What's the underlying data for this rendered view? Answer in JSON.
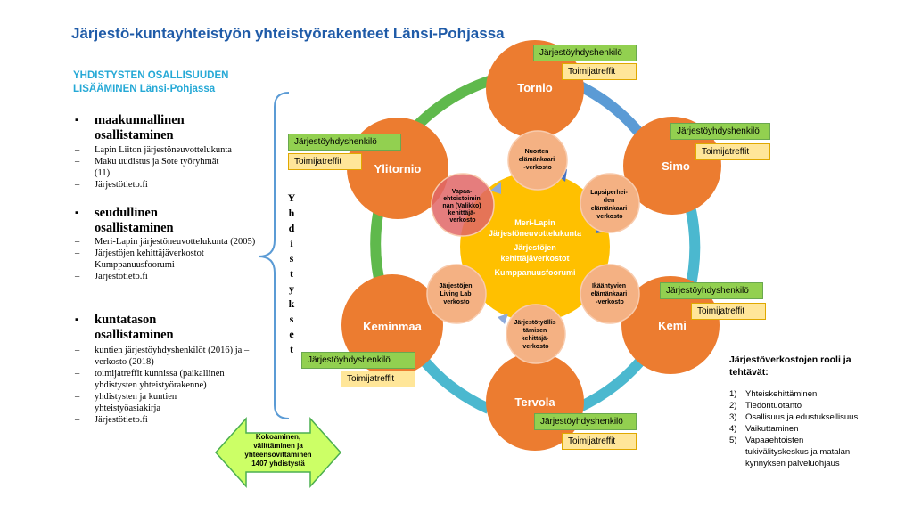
{
  "title": "Järjestö-kuntayhteistyön yhteistyörakenteet Länsi-Pohjassa",
  "subtitle_lines": [
    "YHDISTYSTEN OSALLISUUDEN",
    "LISÄÄMINEN Länsi-Pohjassa"
  ],
  "sections": [
    {
      "heading_lines": [
        "maakunnallinen",
        "osallistaminen"
      ],
      "items": [
        "Lapin Liiton järjestöneuvottelukunta",
        "Maku uudistus ja Sote työryhmät (11)",
        "Järjestötieto.fi"
      ]
    },
    {
      "heading_lines": [
        "seudullinen",
        "osallistaminen"
      ],
      "items": [
        "Meri-Lapin järjestöneuvottelukunta (2005)",
        "Järjestöjen kehittäjäverkostot",
        "Kumppanuusfoorumi",
        "Järjestötieto.fi"
      ]
    },
    {
      "heading_lines": [
        "kuntatason",
        "osallistaminen"
      ],
      "items": [
        "kuntien järjestöyhdyshenkilöt (2016) ja – verkosto (2018)",
        "toimijatreffit kunnissa (paikallinen yhdistysten yhteistyörakenne)",
        "yhdistysten ja kuntien yhteistyöasiakirja",
        "Järjestötieto.fi"
      ]
    }
  ],
  "bullet_glyph": "▪",
  "vertical_word": [
    "Y",
    "h",
    "d",
    "i",
    "s",
    "t",
    "y",
    "k",
    "s",
    "e",
    "t"
  ],
  "arrow_text_lines": [
    "Kokoaminen,",
    "välittäminen ja",
    "yhteensovittaminen",
    "1407 yhdistystä"
  ],
  "tag_green": "Järjestöyhdyshenkilö",
  "tag_yellow": "Toimijatreffit",
  "municipalities": [
    {
      "id": "tornio",
      "name": "Tornio"
    },
    {
      "id": "simo",
      "name": "Simo"
    },
    {
      "id": "kemi",
      "name": "Kemi"
    },
    {
      "id": "tervola",
      "name": "Tervola"
    },
    {
      "id": "keminmaa",
      "name": "Keminmaa"
    },
    {
      "id": "ylitornio",
      "name": "Ylitornio"
    }
  ],
  "center_lines": [
    "Meri-Lapin",
    "Järjestöneuvottelukunta",
    "Järjestöjen",
    "kehittäjäverkostot",
    "Kumppanuusfoorumi"
  ],
  "networks": [
    {
      "id": "nuorten",
      "lines": [
        "Nuorten",
        "elämänkaari",
        "-verkosto"
      ]
    },
    {
      "id": "lapsiperhe",
      "lines": [
        "Lapsiperhei-",
        "den",
        "elämänkaari",
        "verkosto"
      ]
    },
    {
      "id": "ikaantyvien",
      "lines": [
        "Ikääntyvien",
        "elämänkaari",
        "-verkosto"
      ]
    },
    {
      "id": "tyollis",
      "lines": [
        "Järjestötyöllis",
        "tämisen",
        "kehittäjä-",
        "verkosto"
      ]
    },
    {
      "id": "livinglab",
      "lines": [
        "Järjestöjen",
        "Living Lab",
        "verkosto"
      ]
    },
    {
      "id": "vapaa",
      "lines": [
        "Vapaa-",
        "ehtoistoimin",
        "nan (Valikko)",
        "kehittäjä-",
        "verkosto"
      ]
    }
  ],
  "role_title_lines": [
    "Järjestöverkostojen rooli ja",
    "tehtävät:"
  ],
  "roles": [
    {
      "num": "1)",
      "lines": [
        "Yhteiskehittäminen"
      ]
    },
    {
      "num": "2)",
      "lines": [
        "Tiedontuotanto"
      ]
    },
    {
      "num": "3)",
      "lines": [
        "Osallisuus ja edustuksellisuus"
      ]
    },
    {
      "num": "4)",
      "lines": [
        "Vaikuttaminen"
      ]
    },
    {
      "num": "5)",
      "lines": [
        "Vapaaehtoisten",
        "tukivälityskeskus ja matalan",
        "kynnyksen palveluohjaus"
      ]
    }
  ],
  "colors": {
    "title": "#1f5ba8",
    "subtitle": "#26a9d6",
    "municipality": "#ec7c30",
    "center": "#ffc000",
    "network": "#f4b183",
    "network_highlight": "#e06666",
    "ring_green": "#5fb94c",
    "ring_blue": "#5b9bd5",
    "ring_teal": "#4bb8cf",
    "tag_green": "#92d050",
    "tag_yellow": "#ffe699",
    "arrow": "#ccff66"
  }
}
